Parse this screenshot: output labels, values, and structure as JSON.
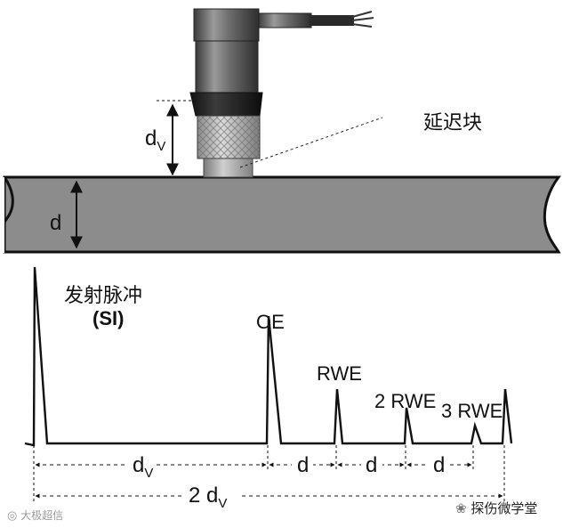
{
  "labels": {
    "delay_block": "延迟块",
    "dv_symbol": "d",
    "dv_sub": "V",
    "thickness": "d",
    "initial_pulse_cn": "发射脉冲",
    "initial_pulse_abbr": "(SI)",
    "oe": "OE",
    "rwe": "RWE",
    "rwe2_num": "2",
    "rwe2": "RWE",
    "rwe3_num": "3",
    "rwe3": "RWE",
    "dim_dv": "d",
    "dim_dv_sub": "V",
    "dim_d1": "d",
    "dim_d2": "d",
    "dim_d3": "d",
    "dim_2": "2",
    "dim_2dv": "d",
    "dim_2dv_sub": "V"
  },
  "watermark": {
    "left_text": "大极超信",
    "right_text": "探伤微学堂"
  },
  "colors": {
    "plate": "#8c8c8c",
    "plate_stroke": "#111111",
    "probe_dark": "#303030",
    "probe_mid": "#7a7a7a",
    "knurl": "#b4b4b4",
    "signal": "#111111"
  }
}
